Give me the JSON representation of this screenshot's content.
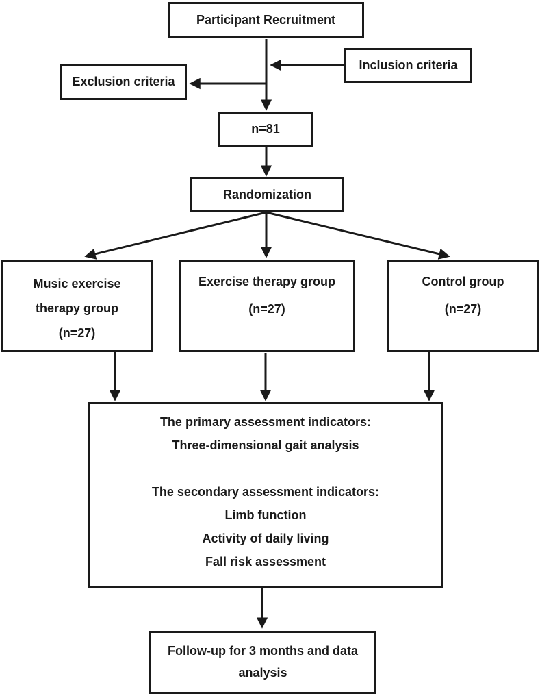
{
  "figure": {
    "background": "#ffffff",
    "line_color": "#1a1a1a",
    "text_color": "#1a1a1a"
  },
  "nodes": {
    "recruitment": {
      "label": "Participant Recruitment"
    },
    "inclusion": {
      "label": "Inclusion criteria"
    },
    "exclusion": {
      "label": "Exclusion criteria"
    },
    "sample": {
      "label": "n=81"
    },
    "randomization": {
      "label": "Randomization"
    },
    "music_group": {
      "lines": [
        "Music exercise",
        "therapy group",
        "(n=27)"
      ]
    },
    "exercise_group": {
      "lines": [
        "Exercise therapy group",
        "(n=27)"
      ]
    },
    "control_group": {
      "lines": [
        "Control group",
        "(n=27)"
      ]
    },
    "assessment": {
      "lines": [
        "The primary assessment indicators:",
        "Three-dimensional gait analysis",
        "",
        "The secondary assessment indicators:",
        "Limb function",
        "Activity of daily living",
        "Fall risk assessment"
      ]
    },
    "followup": {
      "lines": [
        "Follow-up for 3 months and data",
        "analysis"
      ]
    }
  }
}
